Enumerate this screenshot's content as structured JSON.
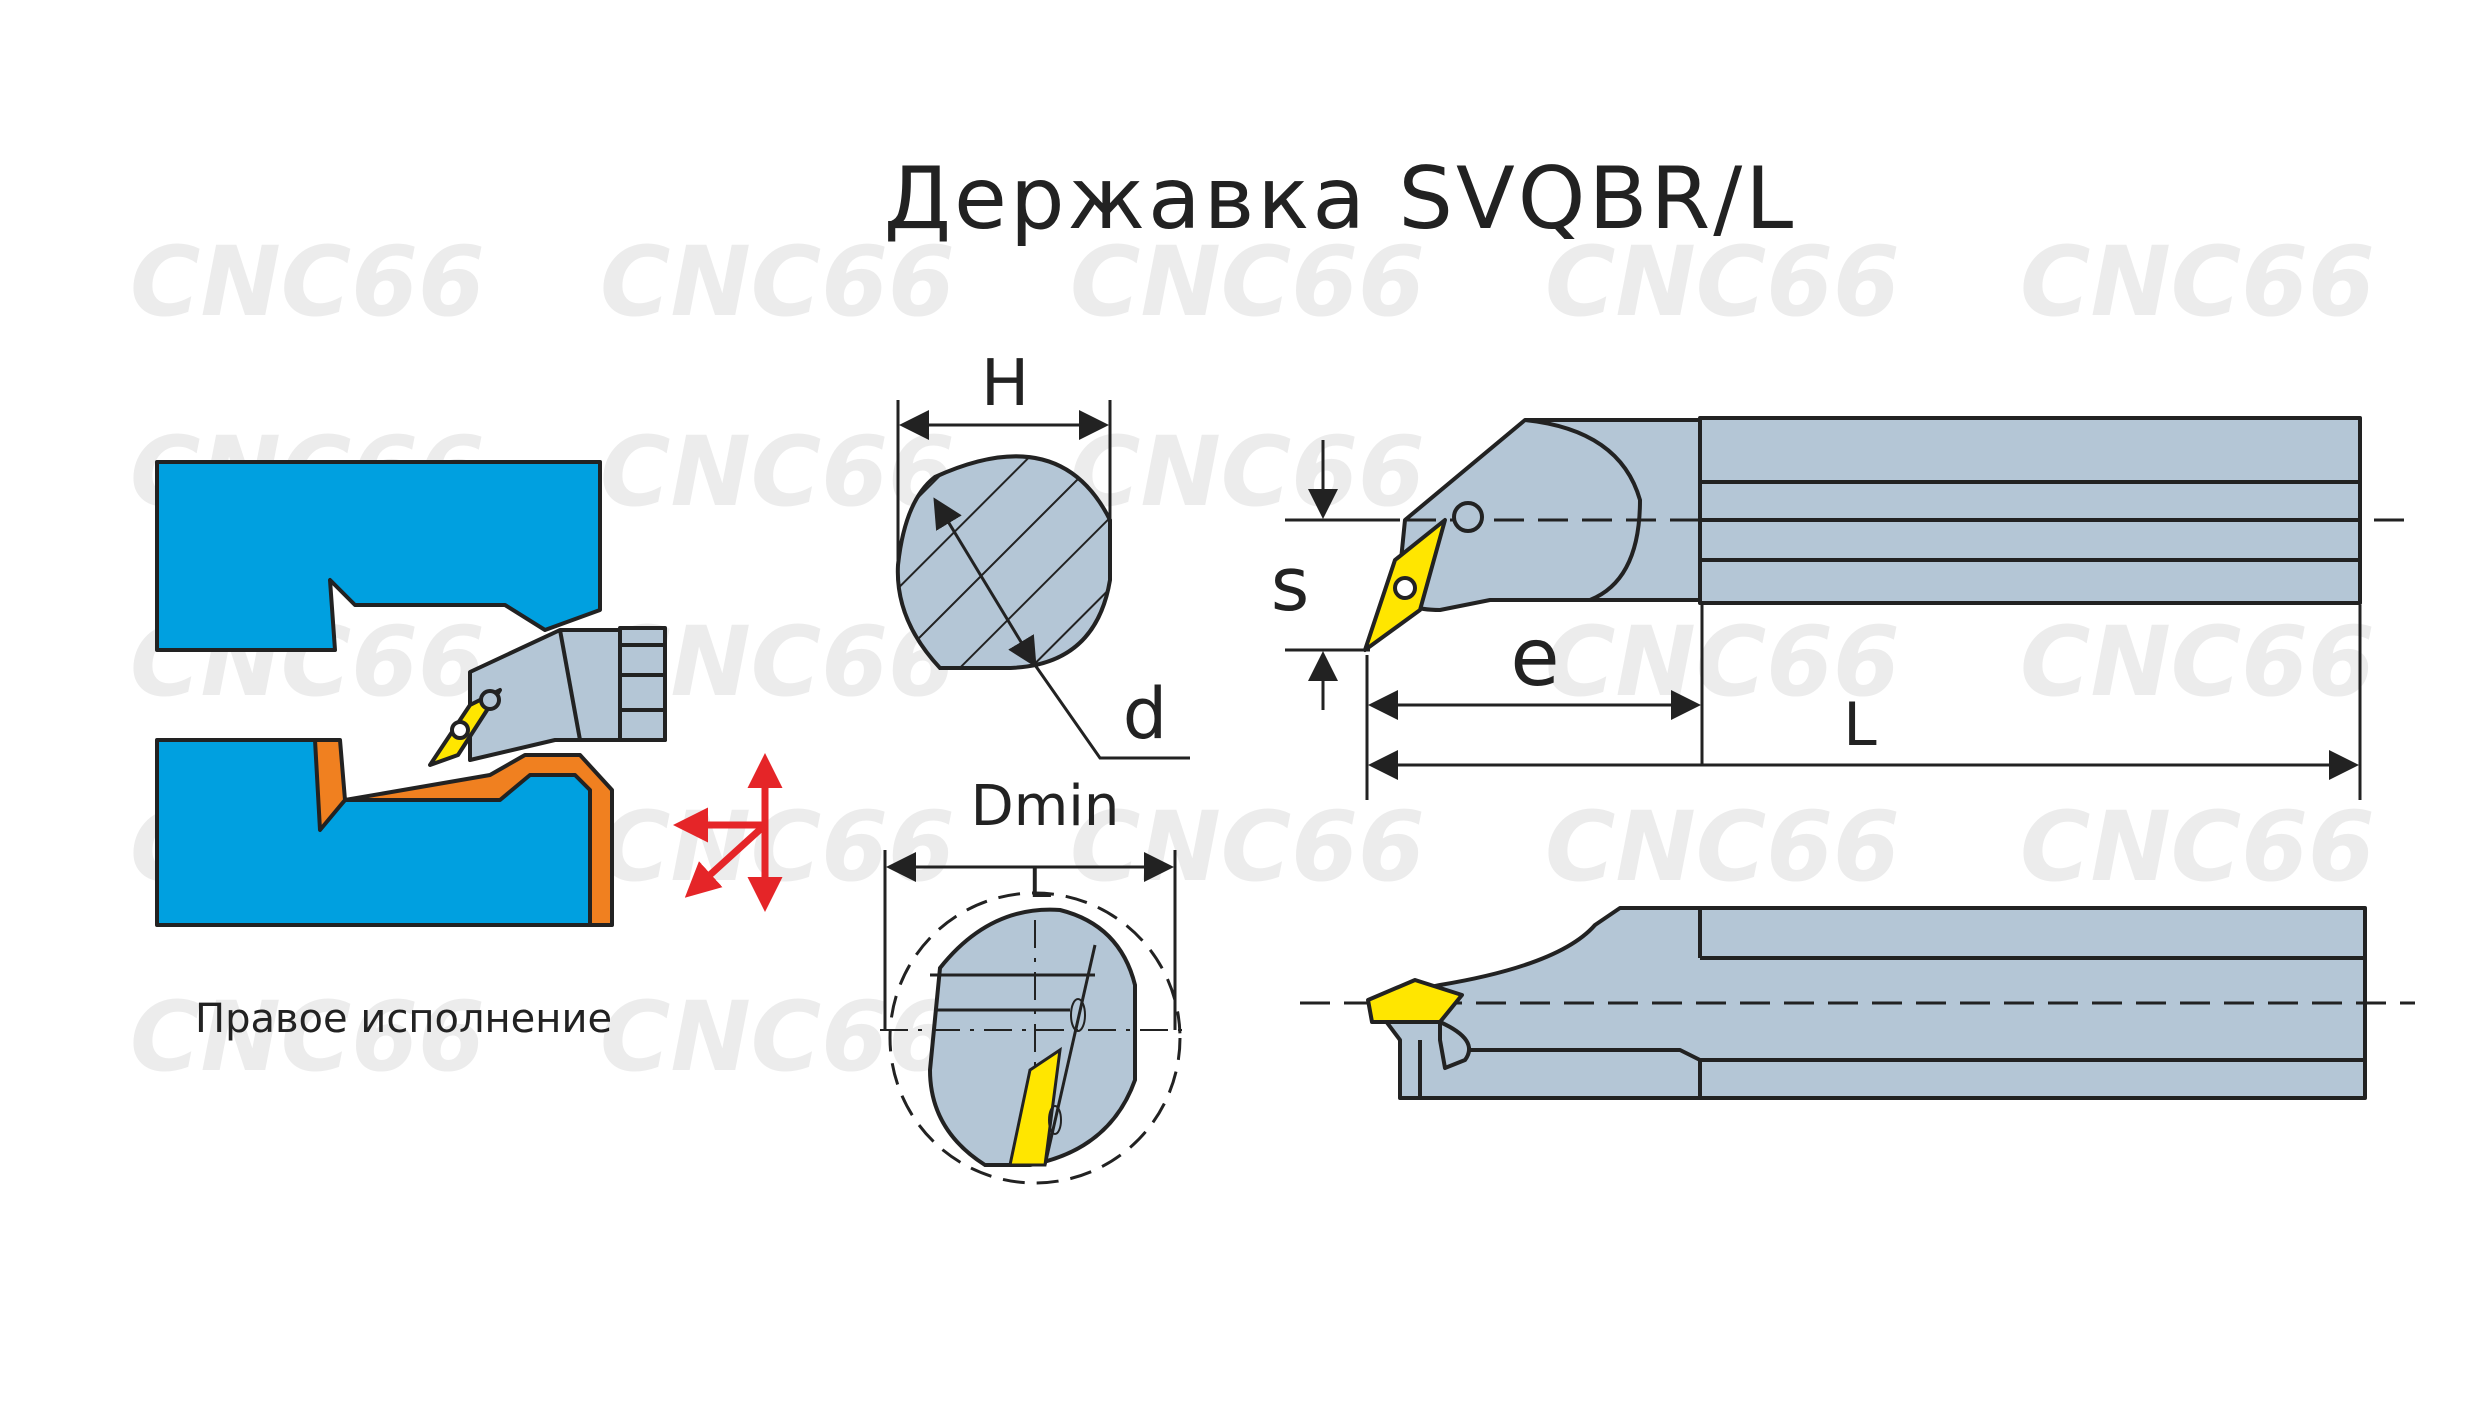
{
  "title": "Державка SVQBR/L",
  "caption": "Правое исполнение",
  "watermark": "CNC66",
  "dimensions": {
    "H": "H",
    "d": "d",
    "dmin": "Dmin",
    "l_small": "L",
    "s": "s",
    "e": "e",
    "L": "L"
  },
  "colors": {
    "workpiece": "#00a0e0",
    "chip_path": "#f08020",
    "holder": "#b4c6d6",
    "insert": "#ffe600",
    "arrow": "#e52528",
    "outline": "#222222"
  },
  "icons": {
    "feed_direction": "feed-arrows-icon"
  }
}
